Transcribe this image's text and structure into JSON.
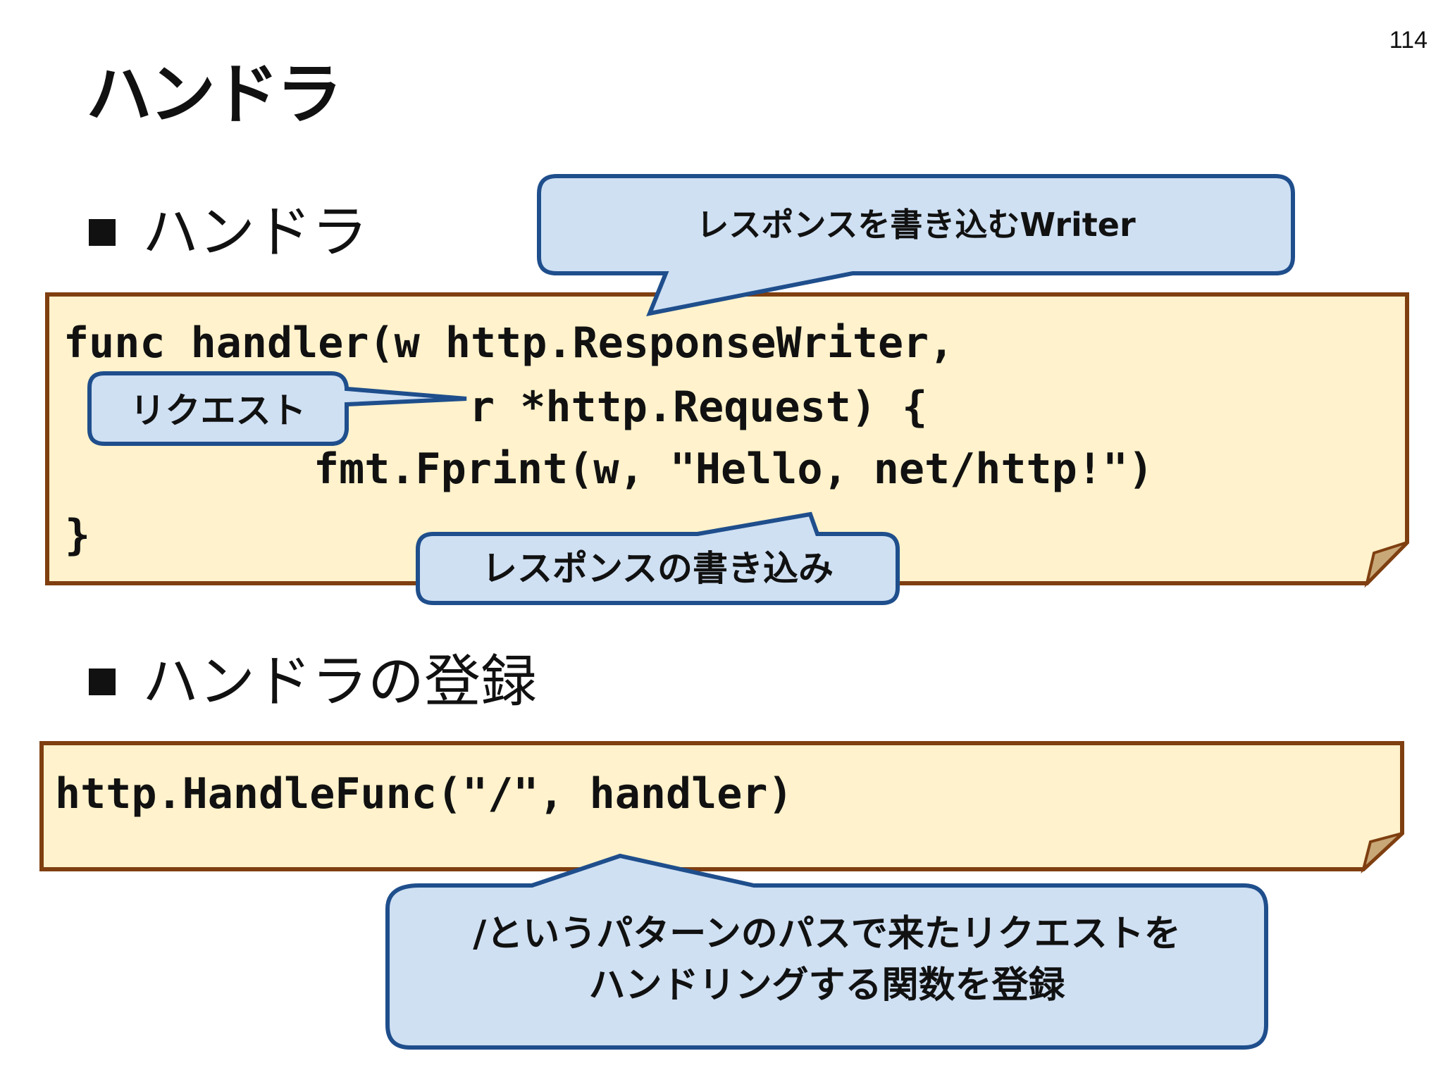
{
  "page_number": "114",
  "title": "ハンドラ",
  "sections": [
    {
      "bullet": "ハンドラ",
      "code_lines": [
        "func handler(w http.ResponseWriter,",
        "r *http.Request) {",
        "fmt.Fprint(w, \"Hello, net/http!\")",
        "}"
      ],
      "callouts": {
        "writer": "レスポンスを書き込むWriter",
        "request": "リクエスト",
        "write": "レスポンスの書き込み"
      }
    },
    {
      "bullet": "ハンドラの登録",
      "code_lines": [
        "http.HandleFunc(\"/\", handler)"
      ],
      "callouts": {
        "register_line1": "/というパターンのパスで来たリクエストを",
        "register_line2": "ハンドリングする関数を登録"
      }
    }
  ],
  "colors": {
    "code_box_fill": "#fff2cc",
    "code_box_border": "#7f3f10",
    "callout_fill": "#cfe0f3",
    "callout_border": "#1f4e8c"
  }
}
